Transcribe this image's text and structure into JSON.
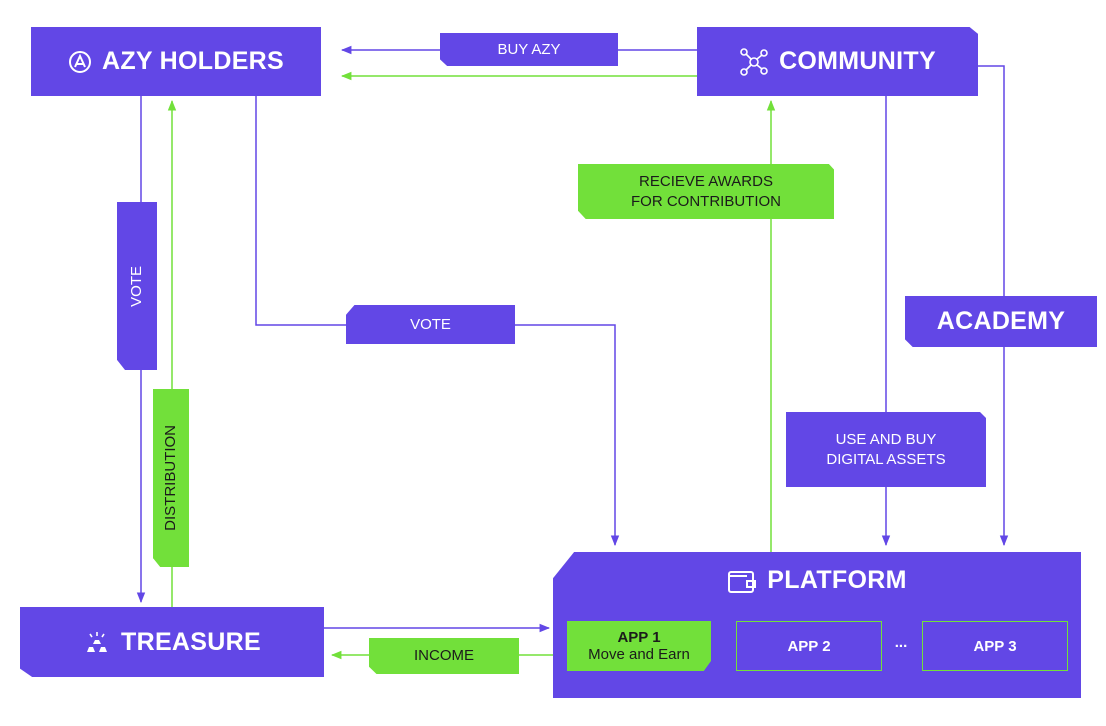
{
  "nodes": {
    "azy_holders": "AZY HOLDERS",
    "community": "COMMUNITY",
    "academy": "ACADEMY",
    "treasure": "TREASURE",
    "platform": "PLATFORM"
  },
  "labels": {
    "buy_azy": "BUY AZY",
    "vote_left": "VOTE",
    "vote_mid": "VOTE",
    "distribution": "DISTRIBUTION",
    "awards_line1": "RECIEVE AWARDS",
    "awards_line2": "FOR CONTRIBUTION",
    "digital_line1": "USE AND BUY",
    "digital_line2": "DIGITAL ASSETS",
    "income": "INCOME"
  },
  "apps": {
    "app1_title": "APP 1",
    "app1_sub": "Move and Earn",
    "app2": "APP 2",
    "ellipsis": "...",
    "app3": "APP 3"
  },
  "colors": {
    "purple": "#6247e6",
    "green": "#72e03a"
  },
  "icons": [
    "azy-logo-icon",
    "network-icon",
    "wallet-icon",
    "gold-bars-icon"
  ]
}
